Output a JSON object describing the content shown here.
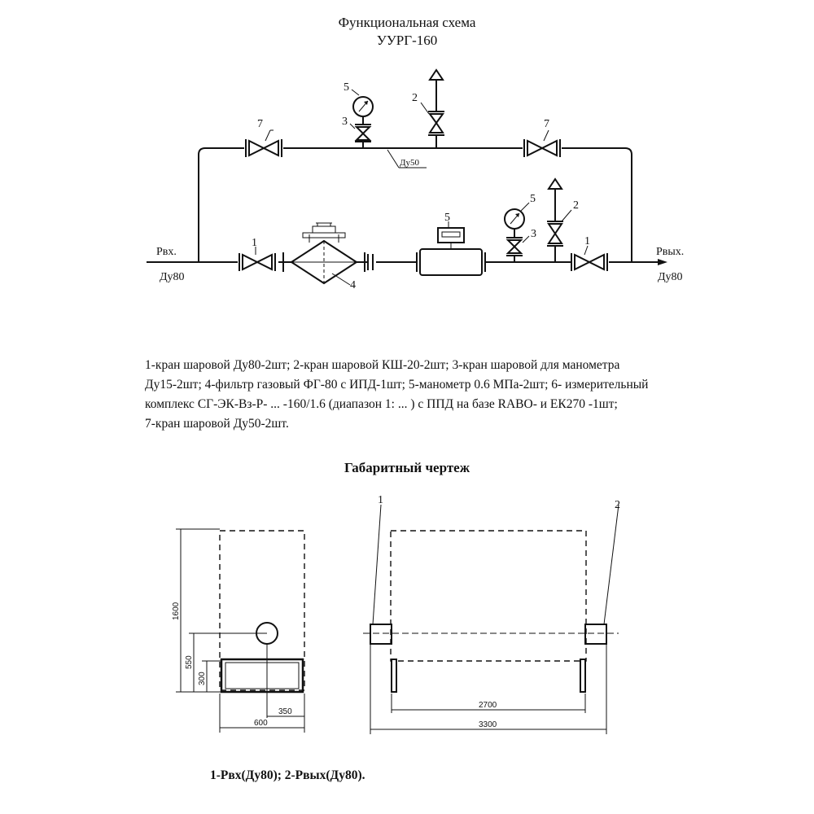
{
  "header": {
    "title_line1": "Функциональная схема",
    "title_line2": "УУРГ-160"
  },
  "schema": {
    "inlet_label": "Pвх.",
    "inlet_dn": "Ду80",
    "outlet_label": "Pвых.",
    "outlet_dn": "Ду80",
    "bypass_dn": "Ду50",
    "callouts": {
      "ball_valve_dn80": "1",
      "ball_valve_ksh20": "2",
      "gauge_valve": "3",
      "filter": "4",
      "manometer": "5",
      "meter": "5",
      "ball_valve_dn50": "7"
    }
  },
  "legend": {
    "line1": "1-кран шаровой Ду80-2шт; 2-кран шаровой КШ-20-2шт; 3-кран шаровой для манометра",
    "line2": "Ду15-2шт; 4-фильтр газовый ФГ-80 с ИПД-1шт; 5-манометр 0.6 МПа-2шт; 6- измерительный",
    "line3": "комплекс СГ-ЭК-Вз-Р- ... -160/1.6 (диапазон 1: ... ) с ППД на базе RABO- и ЕК270 -1шт;",
    "line4": "7-кран шаровой Ду50-2шт."
  },
  "dimensions_drawing": {
    "title": "Габаритный чертеж",
    "side_view": {
      "height_total": "1600",
      "height_inlet": "550",
      "height_frame": "300",
      "width_total": "600",
      "width_offset": "350"
    },
    "front_view": {
      "callout_inlet": "1",
      "callout_outlet": "2",
      "length_inner": "2700",
      "length_total": "3300"
    },
    "footer": "1-Pвх(Ду80); 2-Pвых(Ду80)."
  }
}
